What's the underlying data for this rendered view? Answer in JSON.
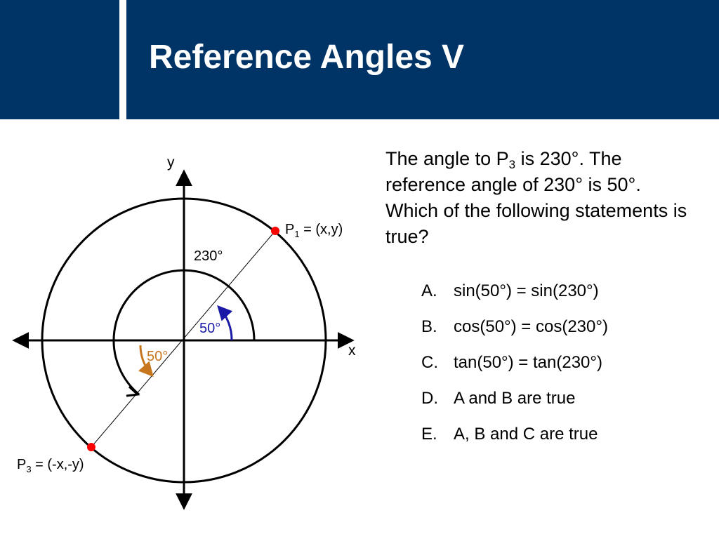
{
  "header": {
    "title": "Reference Angles V"
  },
  "diagram": {
    "axis_x_label": "x",
    "axis_y_label": "y",
    "angle_label_230": "230°",
    "ref_angle_label_blue": "50°",
    "ref_angle_label_orange": "50°",
    "p1_label_prefix": "P",
    "p1_subscript": "1",
    "p1_label_suffix": " = (x,y)",
    "p3_label_prefix": "P",
    "p3_subscript": "3",
    "p3_label_suffix": " = (-x,-y)",
    "colors": {
      "point": "#ff0000",
      "blue_arc": "#1a1aa6",
      "orange_arc": "#c8761e",
      "header": "#003366"
    }
  },
  "question": {
    "part1": "The angle to P",
    "subscript": "3",
    "part2": " is 230°. The reference angle of 230° is 50°. Which of the following statements is true?"
  },
  "options": [
    {
      "letter": "A.",
      "text": "sin(50°) = sin(230°)"
    },
    {
      "letter": "B.",
      "text": "cos(50°) = cos(230°)"
    },
    {
      "letter": "C.",
      "text": "tan(50°) = tan(230°)"
    },
    {
      "letter": "D.",
      "text": "A and B are true"
    },
    {
      "letter": "E.",
      "text": "A, B and C are true"
    }
  ]
}
